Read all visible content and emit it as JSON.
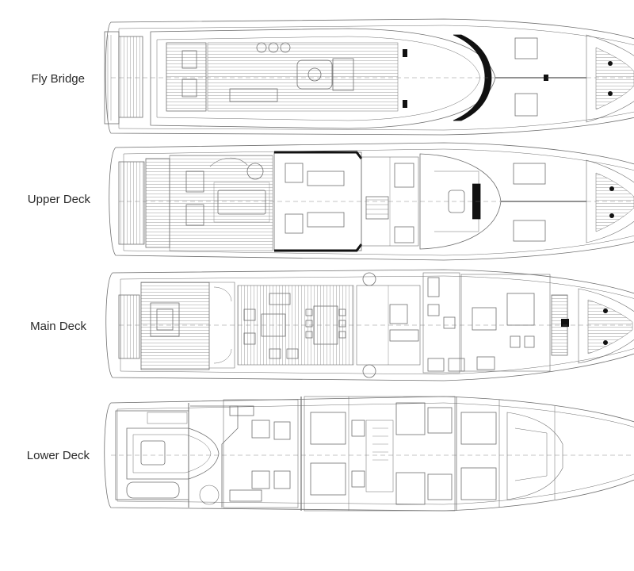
{
  "decks": [
    {
      "key": "fly",
      "label": "Fly Bridge"
    },
    {
      "key": "upper",
      "label": "Upper Deck"
    },
    {
      "key": "main",
      "label": "Main Deck"
    },
    {
      "key": "lower",
      "label": "Lower Deck"
    }
  ],
  "colors": {
    "line": "#6f6f6f",
    "fill": "#111111",
    "label": "#2a2a2a",
    "background": "#ffffff"
  }
}
